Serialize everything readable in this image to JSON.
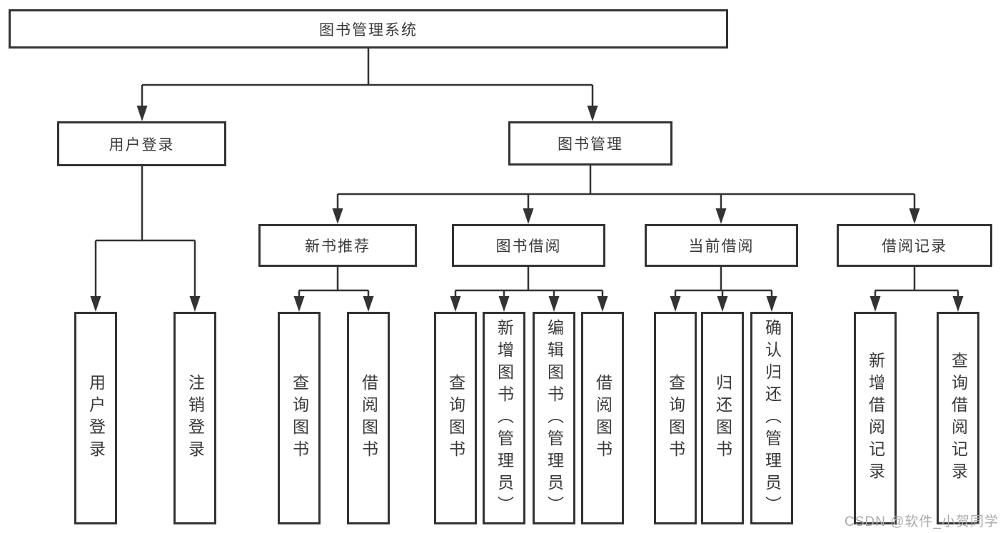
{
  "diagram": {
    "watermark": "CSDN @软件_小贺同学",
    "style": {
      "line_color": "#333333",
      "text_color": "#3a3a3a",
      "watermark_color": "#a9a9a9"
    },
    "tree": {
      "label": "图书管理系统",
      "children": [
        {
          "label": "用户登录",
          "children": [
            {
              "label": "用户登录"
            },
            {
              "label": "注销登录"
            }
          ]
        },
        {
          "label": "图书管理",
          "children": [
            {
              "label": "新书推荐",
              "children": [
                {
                  "label": "查询图书"
                },
                {
                  "label": "借阅图书"
                }
              ]
            },
            {
              "label": "图书借阅",
              "children": [
                {
                  "label": "查询图书"
                },
                {
                  "label": "新增图书（管理员）"
                },
                {
                  "label": "编辑图书（管理员）"
                },
                {
                  "label": "借阅图书"
                }
              ]
            },
            {
              "label": "当前借阅",
              "children": [
                {
                  "label": "查询图书"
                },
                {
                  "label": "归还图书"
                },
                {
                  "label": "确认归还（管理员）"
                }
              ]
            },
            {
              "label": "借阅记录",
              "children": [
                {
                  "label": "新增借阅记录"
                },
                {
                  "label": "查询借阅记录"
                }
              ]
            }
          ]
        }
      ]
    }
  }
}
